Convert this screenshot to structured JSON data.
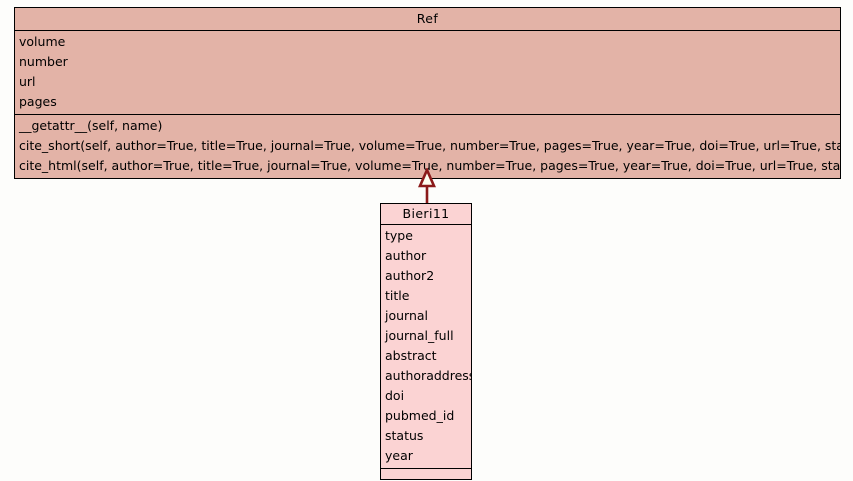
{
  "diagram": {
    "type": "uml-class-diagram",
    "background_color": "#fdfdfb",
    "relationship": {
      "kind": "generalization",
      "label": "",
      "from": "Bieri11",
      "to": "Ref",
      "arrow_color": "#8b1a1a",
      "arrow_fill": "#fdfdf0"
    }
  },
  "classes": [
    {
      "name": "Ref",
      "fill_color": "#e3b3a7",
      "border_color": "#000000",
      "attributes": [
        "volume",
        "number",
        "url",
        "pages"
      ],
      "operations": [
        "__getattr__(self, name)",
        "cite_short(self, author=True, title=True, journal=True, volume=True, number=True, pages=True, year=True, doi=True, url=True, status=True)",
        "cite_html(self, author=True, title=True, journal=True, volume=True, number=True, pages=True, year=True, doi=True, url=True, status=True)"
      ]
    },
    {
      "name": "Bieri11",
      "fill_color": "#fbd3d3",
      "border_color": "#000000",
      "attributes": [
        "type",
        "author",
        "author2",
        "title",
        "journal",
        "journal_full",
        "abstract",
        "authoraddress",
        "doi",
        "pubmed_id",
        "status",
        "year"
      ],
      "operations": []
    }
  ]
}
